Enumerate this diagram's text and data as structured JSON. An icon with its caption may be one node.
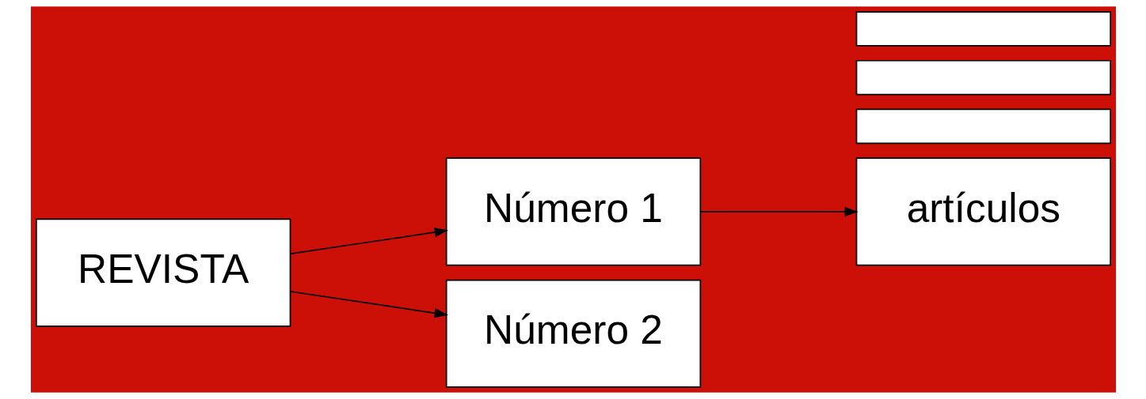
{
  "diagram": {
    "nodes": [
      {
        "text": [
          "REVISTA"
        ]
      },
      {
        "text": [
          "Número 1"
        ]
      },
      {
        "text": [
          "Número 2"
        ]
      },
      {
        "text": [
          "artículos"
        ]
      },
      {
        "text": [],
        "shape": "box"
      },
      {
        "text": [],
        "shape": "box"
      },
      {
        "text": [],
        "shape": "box"
      }
    ],
    "edges": [
      {
        "from": 0,
        "to": 1,
        "arrow": "to"
      },
      {
        "from": 0,
        "to": 2,
        "arrow": "to"
      },
      {
        "from": 1,
        "to": 3,
        "arrow": "to"
      }
    ]
  }
}
